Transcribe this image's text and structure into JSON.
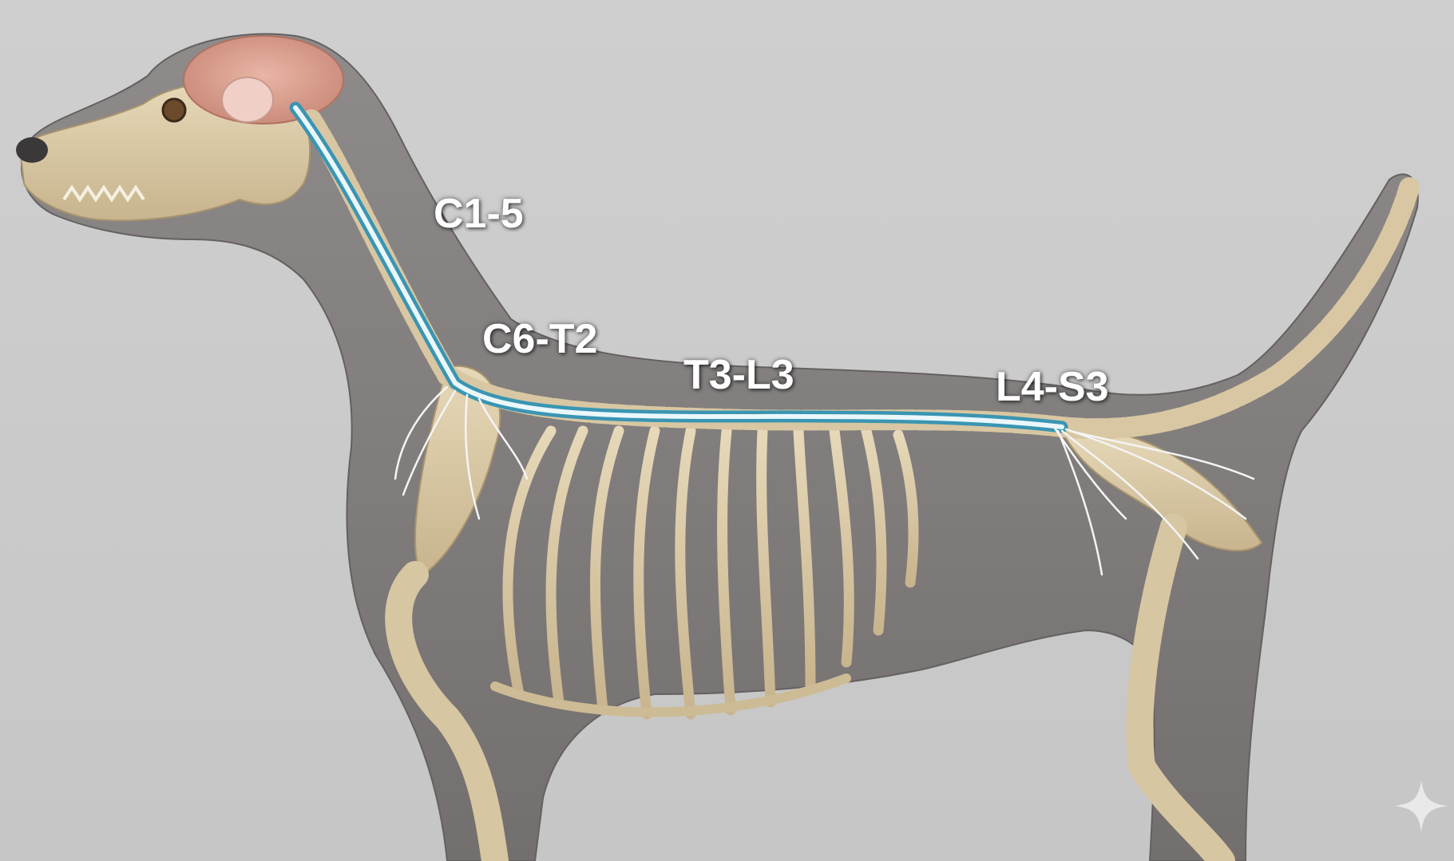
{
  "image": {
    "subject": "dog",
    "palette": {
      "background": "#c9c9c9",
      "body": "#7d7a79",
      "bone": "#d9c9a6",
      "spinal_cord": "#4fb3cf",
      "brain": "#d9a191",
      "nerves": "#f3f3f3"
    }
  },
  "labels": {
    "cervical_upper": "C1-5",
    "cervicothoracic": "C6-T2",
    "thoracolumbar": "T3-L3",
    "lumbosacral": "L4-S3"
  },
  "icons": {
    "watermark": "sparkle-icon"
  }
}
